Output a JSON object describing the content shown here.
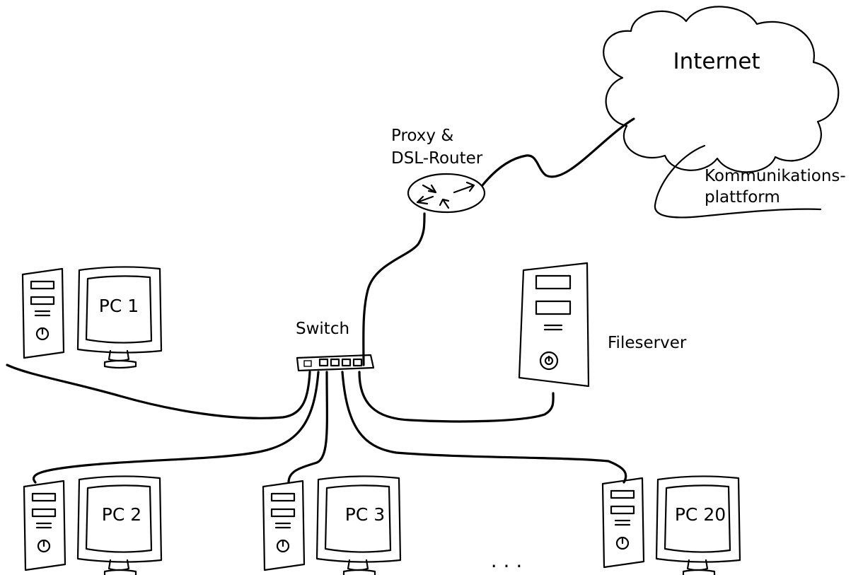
{
  "labels": {
    "internet": "Internet",
    "platform_line1": "Kommunikations-",
    "platform_line2": "plattform",
    "router_line1": "Proxy &",
    "router_line2": "DSL-Router",
    "switch": "Switch",
    "fileserver": "Fileserver",
    "pc1": "PC 1",
    "pc2": "PC 2",
    "pc3": "PC 3",
    "pc20": "PC 20",
    "ellipsis": ". . ."
  },
  "icons": {
    "cloud": "cloud-icon",
    "router": "router-icon",
    "switch": "network-switch-icon",
    "tower": "pc-tower-icon",
    "monitor": "monitor-icon",
    "server": "server-tower-icon",
    "power": "power-button-icon"
  }
}
